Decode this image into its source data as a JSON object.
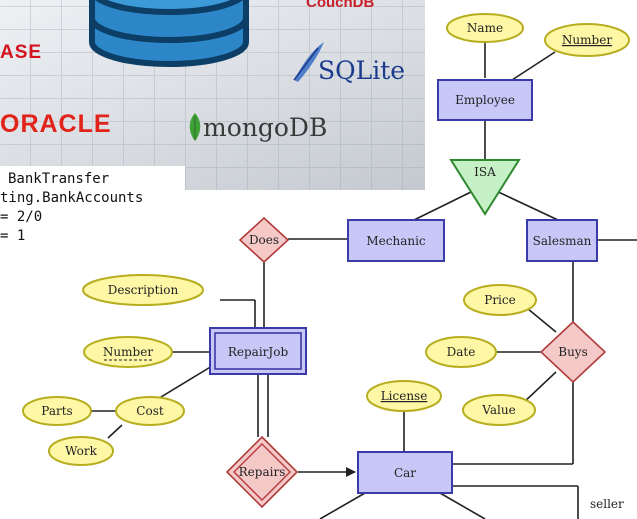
{
  "banner": {
    "logos": {
      "couchdb": "CouchDB",
      "firebase_fragment": "ASE",
      "oracle": "ORACLE",
      "sqlite": "SQLite",
      "mongodb": "mongoDB"
    }
  },
  "code": {
    "lines": [
      "BankTransfer",
      "ting.BankAccounts",
      "= 2/0",
      "= 1"
    ]
  },
  "er_diagram": {
    "attributes": {
      "employee_name": "Name",
      "employee_number": "Number",
      "description": "Description",
      "repair_number": "Number",
      "parts": "Parts",
      "cost": "Cost",
      "work": "Work",
      "price": "Price",
      "date": "Date",
      "value": "Value",
      "license": "License"
    },
    "entities": {
      "employee": "Employee",
      "mechanic": "Mechanic",
      "salesman": "Salesman",
      "repairjob": "RepairJob",
      "car": "Car"
    },
    "relationships": {
      "isa": "ISA",
      "does": "Does",
      "buys": "Buys",
      "repairs": "Repairs"
    },
    "roles": {
      "seller": "seller"
    }
  }
}
